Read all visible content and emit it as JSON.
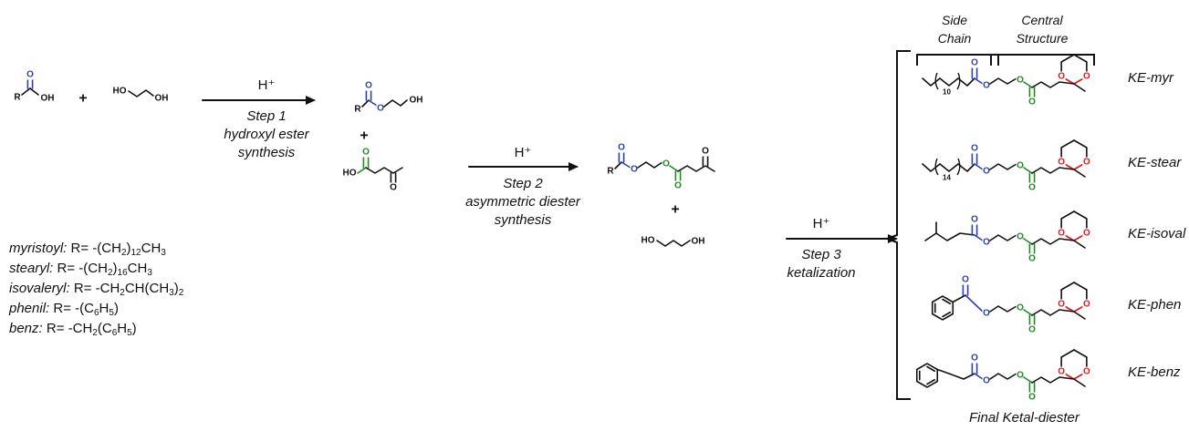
{
  "colors": {
    "ink": "#111111",
    "blue": "#2b3fb0",
    "green": "#1f8a1f",
    "red": "#e01818"
  },
  "atoms": {
    "O": "O",
    "OH": "OH",
    "HO": "HO",
    "R": "R",
    "H": "H"
  },
  "plus": "+",
  "steps": [
    {
      "acid": "H⁺",
      "step": "Step 1",
      "desc_lines": [
        "hydroxyl ester",
        "synthesis"
      ]
    },
    {
      "acid": "H⁺",
      "step": "Step 2",
      "desc_lines": [
        "asymmetric diester",
        "synthesis"
      ]
    },
    {
      "acid": "H⁺",
      "step": "Step 3",
      "desc_lines": [
        "ketalization"
      ]
    }
  ],
  "r_groups": [
    {
      "name": "myristoyl:",
      "formula_pre": "R= -(CH",
      "sub1": "2",
      "mid": ")",
      "sub2": "12",
      "post": "CH",
      "sub3": "3"
    },
    {
      "name": "stearyl:",
      "formula_pre": "R= -(CH",
      "sub1": "2",
      "mid": ")",
      "sub2": "16",
      "post": "CH",
      "sub3": "3"
    },
    {
      "name": "isovaleryl:",
      "formula_pre": "R= -CH",
      "sub1": "2",
      "mid": "CH(CH",
      "sub2": "3",
      "post": ")",
      "sub3": "2"
    },
    {
      "name": "phenil:",
      "formula_pre": "R= -(C",
      "sub1": "6",
      "mid": "H",
      "sub2": "5",
      "post": ")",
      "sub3": ""
    },
    {
      "name": "benz:",
      "formula_pre": "R= -CH",
      "sub1": "2",
      "mid": "(C",
      "sub2": "6",
      "post": "H",
      "sub3": "5",
      "tail": ")"
    }
  ],
  "header": {
    "side_chain": [
      "Side",
      "Chain"
    ],
    "central_structure": [
      "Central",
      "Structure"
    ]
  },
  "products": [
    {
      "label": "KE-myr",
      "chain": "alkyl",
      "repeat": "10"
    },
    {
      "label": "KE-stear",
      "chain": "alkyl",
      "repeat": "14"
    },
    {
      "label": "KE-isoval",
      "chain": "isobutyl"
    },
    {
      "label": "KE-phen",
      "chain": "phenyl"
    },
    {
      "label": "KE-benz",
      "chain": "benzyl"
    }
  ],
  "footer": "Final Ketal-diester"
}
